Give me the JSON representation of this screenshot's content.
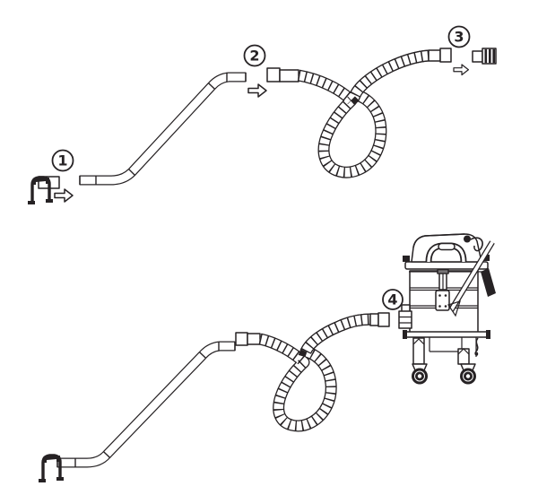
{
  "colors": {
    "ink": "#262224",
    "background": "#ffffff"
  },
  "steps": [
    {
      "number": "1"
    },
    {
      "number": "2"
    },
    {
      "number": "3"
    },
    {
      "number": "4"
    }
  ],
  "icons": {
    "direction_arrow": "right-block-arrow"
  }
}
